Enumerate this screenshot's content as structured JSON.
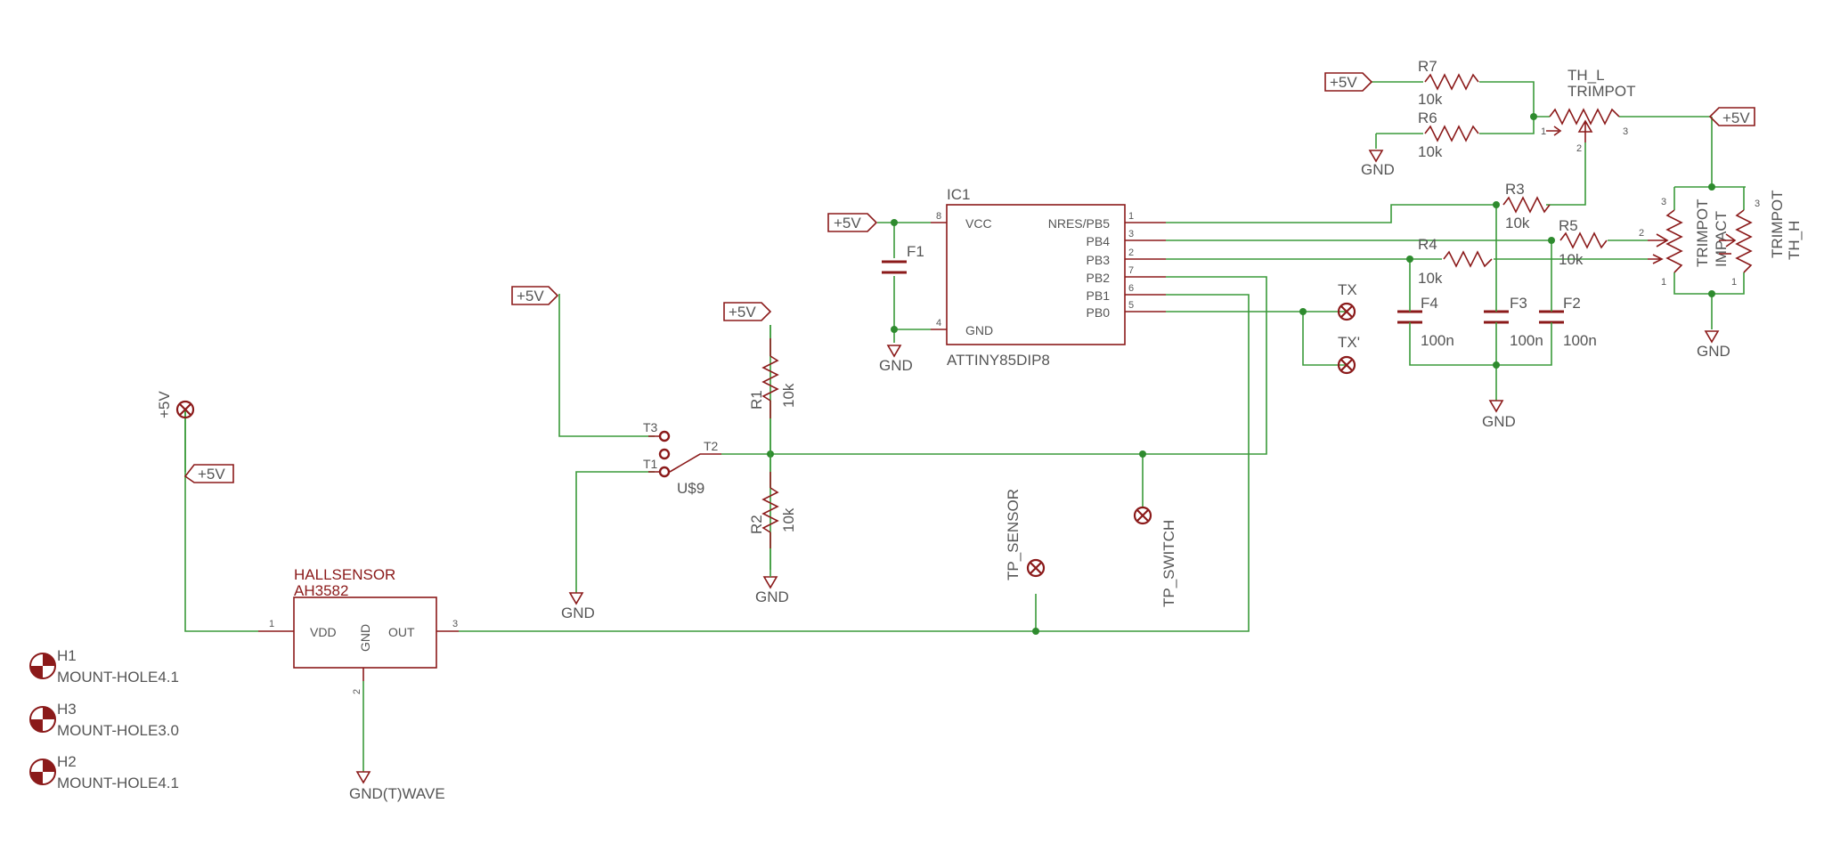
{
  "labels": {
    "vcc": "+5V",
    "gnd": "GND",
    "gnd_wave": "GND(T)WAVE",
    "ic1_ref": "IC1",
    "ic1_value": "ATTINY85DIP8",
    "ic1_pins": [
      "VCC",
      "GND",
      "NRES/PB5",
      "PB4",
      "PB3",
      "PB2",
      "PB1",
      "PB0"
    ],
    "ic1_pin_numbers": [
      "8",
      "4",
      "1",
      "3",
      "2",
      "7",
      "6",
      "5"
    ],
    "hall_ref": "HALLSENSOR",
    "hall_value": "AH3582",
    "hall_pins": [
      "VDD",
      "GND",
      "OUT"
    ],
    "hall_pin_numbers": [
      "1",
      "2",
      "3"
    ],
    "switch_ref": "U$9",
    "switch_pins": [
      "T3",
      "T1",
      "T2"
    ],
    "r1": "R1",
    "r2": "R2",
    "r3": "R3",
    "r4": "R4",
    "r5": "R5",
    "r6": "R6",
    "r7": "R7",
    "res_value": "10k",
    "f1": "F1",
    "f2": "F2",
    "f3": "F3",
    "f4": "F4",
    "cap_value": "100n",
    "tx": "TX",
    "tx2": "TX'",
    "tp_sensor": "TP_SENSOR",
    "tp_switch": "TP_SWITCH",
    "th_l": "TH_L",
    "trimpot": "TRIMPOT",
    "impact": "IMPACT",
    "th_h": "TH_H",
    "trim_pin_numbers": [
      "1",
      "2",
      "3"
    ],
    "h1": "H1",
    "h2": "H2",
    "h3": "H3",
    "mh41": "MOUNT-HOLE4.1",
    "mh30": "MOUNT-HOLE3.0"
  },
  "colors": {
    "wire": "#3a9a3a",
    "symbol": "#8b1a1a",
    "text": "#555555"
  }
}
